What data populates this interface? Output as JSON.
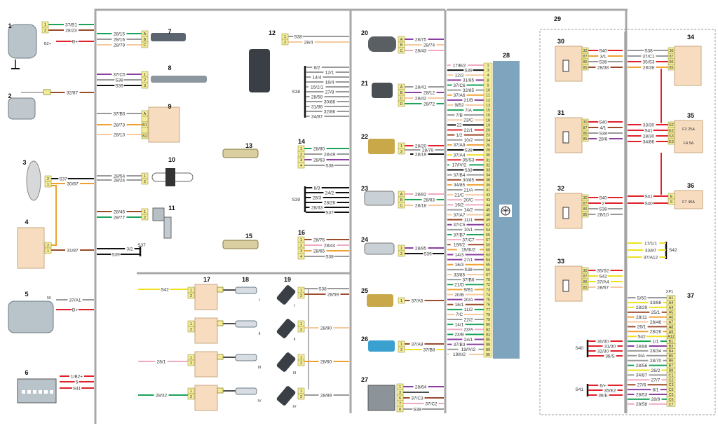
{
  "title": "Engine management wiring diagram",
  "colors": {
    "green": "#1aa35a",
    "red": "#e0202a",
    "brown": "#9b4a2a",
    "gray": "#9a9a9a",
    "black": "#111111",
    "violet": "#8b3fa0",
    "orange": "#f0a030",
    "pink": "#f0a8c0",
    "yellow": "#f0e020",
    "beige": "#f5c8a0",
    "blue": "#3a7fc0",
    "connector": "#f3ec9a",
    "component": "#f7dcc0",
    "ecu": "#7fa5be",
    "harness": "#b0b0b0"
  },
  "components": [
    {
      "id": "1",
      "label": "1",
      "pins": [
        "1",
        "2"
      ],
      "wires": [
        "37/B1",
        "28/23"
      ],
      "extra": [
        "B+",
        "B2+"
      ]
    },
    {
      "id": "2",
      "label": "2",
      "wires": [
        "32/87"
      ]
    },
    {
      "id": "3",
      "label": "3",
      "pins": [
        "2",
        "1"
      ],
      "wires": [
        "S37",
        "30/87"
      ]
    },
    {
      "id": "4",
      "label": "4",
      "pins": [
        "2",
        "1"
      ],
      "wires": [
        "31/87"
      ]
    },
    {
      "id": "5",
      "label": "5",
      "pins": [
        "50"
      ],
      "wires": [
        "37/A1",
        "B+"
      ]
    },
    {
      "id": "6",
      "label": "6",
      "wires": [
        "1/B2+",
        "5",
        "S41"
      ]
    },
    {
      "id": "7",
      "label": "7",
      "pins": [
        "A",
        "B",
        "C"
      ],
      "wires": [
        "28/15",
        "28/16",
        "28/79"
      ]
    },
    {
      "id": "8",
      "label": "8",
      "pins": [
        "1",
        "2",
        "3"
      ],
      "wires": [
        "37/C5",
        "S38",
        "S39"
      ]
    },
    {
      "id": "9",
      "label": "9",
      "pins": [
        "A",
        "B1",
        "B2"
      ],
      "wires": [
        "37/B5",
        "28/73",
        "28/13"
      ]
    },
    {
      "id": "10",
      "label": "10",
      "pins": [
        "1",
        "2"
      ],
      "wires": [
        "28/54",
        "28/24"
      ]
    },
    {
      "id": "11",
      "label": "11",
      "pins": [
        "1",
        "2"
      ],
      "wires": [
        "28/45",
        "28/77"
      ]
    },
    {
      "id": "12",
      "label": "12",
      "pins": [
        "1",
        "2"
      ],
      "wires": [
        "S38",
        "28/4"
      ]
    },
    {
      "id": "13",
      "label": "13"
    },
    {
      "id": "14",
      "label": "14",
      "pins": [
        "1",
        "2",
        "3",
        "4"
      ],
      "wires": [
        "28/80",
        "28/49",
        "28/63",
        "S38"
      ]
    },
    {
      "id": "15",
      "label": "15"
    },
    {
      "id": "16",
      "label": "16",
      "pins": [
        "1",
        "2",
        "3",
        "4"
      ],
      "wires": [
        "28/76",
        "28/44",
        "28/65",
        "S38"
      ]
    },
    {
      "id": "17",
      "label": "17"
    },
    {
      "id": "18",
      "label": "18"
    },
    {
      "id": "19",
      "label": "19"
    },
    {
      "id": "20",
      "label": "20",
      "pins": [
        "A",
        "B",
        "C"
      ],
      "wires": [
        "28/75",
        "28/74",
        "28/43"
      ]
    },
    {
      "id": "21",
      "label": "21",
      "pins": [
        "A",
        "B",
        "C",
        "D"
      ],
      "wires": [
        "28/41",
        "28/12",
        "28/42",
        "28/72"
      ]
    },
    {
      "id": "22",
      "label": "22",
      "pins": [
        "1",
        "2"
      ],
      "wires": [
        "28/20",
        "28/79",
        "28/19"
      ]
    },
    {
      "id": "23",
      "label": "23",
      "pins": [
        "A",
        "B",
        "C"
      ],
      "wires": [
        "28/82",
        "28/83",
        "28/18"
      ]
    },
    {
      "id": "24",
      "label": "24",
      "pins": [
        "1",
        "2"
      ],
      "wires": [
        "28/85",
        "S39"
      ]
    },
    {
      "id": "25",
      "label": "25",
      "pins": [
        "1"
      ],
      "wires": [
        "37/A5"
      ]
    },
    {
      "id": "26",
      "label": "26",
      "pins": [
        "1",
        "2"
      ],
      "wires": [
        "37/A8",
        "37/B8"
      ]
    },
    {
      "id": "27",
      "label": "27",
      "pins": [
        "1",
        "3",
        "6",
        "7",
        "8"
      ],
      "wires": [
        "28/64",
        "37/C3",
        "37/C2",
        "S38"
      ]
    },
    {
      "id": "28",
      "label": "28"
    },
    {
      "id": "29",
      "label": "29"
    },
    {
      "id": "30",
      "label": "30",
      "pins": [
        "30",
        "87",
        "86",
        "85"
      ],
      "wires": [
        "S40",
        "3/1",
        "S38",
        "28/38"
      ]
    },
    {
      "id": "31",
      "label": "31",
      "pins": [
        "30",
        "87",
        "86",
        "85"
      ],
      "wires": [
        "S40",
        "4/1",
        "S38",
        "28/8"
      ]
    },
    {
      "id": "32",
      "label": "32",
      "pins": [
        "30",
        "87",
        "86",
        "85"
      ],
      "wires": [
        "S40",
        "2",
        "S38",
        "28/10"
      ]
    },
    {
      "id": "33",
      "label": "33",
      "pins": [
        "30",
        "87",
        "86",
        "85"
      ],
      "wires": [
        "35/S2",
        "S42",
        "37/A4",
        "28/67"
      ]
    },
    {
      "id": "34",
      "label": "34",
      "pins": [
        "30",
        "87",
        "86",
        "85"
      ],
      "wires": [
        "S38",
        "37/C1",
        "35/S3",
        "28/38"
      ]
    },
    {
      "id": "35",
      "label": "35",
      "pins": [
        "S2",
        "E2",
        "S3",
        "E3"
      ],
      "wires": [
        "33/30",
        "S41",
        "28/30",
        "34/86"
      ],
      "fuses": [
        "F3 25A",
        "F4 5A"
      ]
    },
    {
      "id": "36",
      "label": "36",
      "pins": [
        "E",
        "S"
      ],
      "wires": [
        "S41",
        "S40"
      ],
      "fuses": [
        "F7 40A"
      ]
    },
    {
      "id": "37",
      "label": "37",
      "connector": "XP1"
    }
  ],
  "splices": {
    "s38_top": {
      "label": "S38",
      "wires": [
        "8/2",
        "12/1",
        "14/4",
        "16/4",
        "15/2/1",
        "27/8",
        "28/58",
        "30/86",
        "31/86",
        "32/86",
        "34/87"
      ]
    },
    "s39": {
      "label": "S39",
      "wires": [
        "8/3",
        "24/2",
        "28/3",
        "28/26",
        "28/33",
        "S37"
      ]
    },
    "s37": {
      "label": "S37",
      "wires": [
        "3/2",
        "S39"
      ]
    },
    "s42": {
      "label": "S42",
      "wires": [
        "17/1/1",
        "33/87",
        "37/A12"
      ]
    },
    "s40": {
      "label": "S40",
      "wires": [
        "30/30",
        "31/30",
        "32/30",
        "36/S"
      ]
    },
    "s41": {
      "label": "S41",
      "wires": [
        "6/+",
        "35/E2",
        "36/E"
      ]
    }
  },
  "ignition": {
    "in_wires": [
      "S42",
      "28/1",
      "28/32"
    ],
    "plug_labels": [
      "I",
      "II",
      "III",
      "IV"
    ],
    "injector_wires": [
      "S38",
      "28/59",
      "28/90",
      "28/60",
      "28/89"
    ]
  },
  "ecu_pins": [
    {
      "pin": "1",
      "wire": "17/B/2",
      "color": "pink"
    },
    {
      "pin": "3",
      "wire": "S39",
      "color": "black"
    },
    {
      "pin": "4",
      "wire": "12/2",
      "color": "beige"
    },
    {
      "pin": "8",
      "wire": "31/85",
      "color": "violet"
    },
    {
      "pin": "9",
      "wire": "37/C6",
      "color": "green"
    },
    {
      "pin": "10",
      "wire": "32/85",
      "color": "gray"
    },
    {
      "pin": "11",
      "wire": "37/A6",
      "color": "orange"
    },
    {
      "pin": "12",
      "wire": "21/B",
      "color": "violet"
    },
    {
      "pin": "13",
      "wire": "9/B2",
      "color": "beige"
    },
    {
      "pin": "15",
      "wire": "7/A",
      "color": "green"
    },
    {
      "pin": "16",
      "wire": "7/B",
      "color": "gray"
    },
    {
      "pin": "18",
      "wire": "23/C",
      "color": "beige"
    },
    {
      "pin": "19",
      "wire": "22",
      "color": "black"
    },
    {
      "pin": "20",
      "wire": "22/1",
      "color": "red"
    },
    {
      "pin": "23",
      "wire": "1/2",
      "color": "brown"
    },
    {
      "pin": "24",
      "wire": "10/2",
      "color": "gray"
    },
    {
      "pin": "26",
      "wire": "37/A9",
      "color": "orange"
    },
    {
      "pin": "29",
      "wire": "S38",
      "color": "black"
    },
    {
      "pin": "30",
      "wire": "37/A4",
      "color": "yellow"
    },
    {
      "pin": "31",
      "wire": "35/S3",
      "color": "red"
    },
    {
      "pin": "32",
      "wire": "17/IV/2",
      "color": "green"
    },
    {
      "pin": "33",
      "wire": "S39",
      "color": "black"
    },
    {
      "pin": "34",
      "wire": "37/B4",
      "color": "gray"
    },
    {
      "pin": "38",
      "wire": "30/85",
      "color": "brown"
    },
    {
      "pin": "39",
      "wire": "34/85",
      "color": "orange"
    },
    {
      "pin": "41",
      "wire": "21/A",
      "color": "gray"
    },
    {
      "pin": "42",
      "wire": "21/C",
      "color": "beige"
    },
    {
      "pin": "43",
      "wire": "20/C",
      "color": "pink"
    },
    {
      "pin": "44",
      "wire": "16/2",
      "color": "pink"
    },
    {
      "pin": "45",
      "wire": "14/2",
      "color": "gray"
    },
    {
      "pin": "46",
      "wire": "37/A7",
      "color": "beige"
    },
    {
      "pin": "49",
      "wire": "11/1",
      "color": "brown"
    },
    {
      "pin": "52",
      "wire": "37/C5",
      "color": "violet"
    },
    {
      "pin": "54",
      "wire": "10/1",
      "color": "gray"
    },
    {
      "pin": "55",
      "wire": "37/B7",
      "color": "green"
    },
    {
      "pin": "57",
      "wire": "37/C7",
      "color": "pink"
    },
    {
      "pin": "59",
      "wire": "19/I/2",
      "color": "brown"
    },
    {
      "pin": "60",
      "wire": "19/III/2",
      "color": "orange"
    },
    {
      "pin": "63",
      "wire": "14/3",
      "color": "violet"
    },
    {
      "pin": "64",
      "wire": "27/1",
      "color": "violet"
    },
    {
      "pin": "65",
      "wire": "16/3",
      "color": "orange"
    },
    {
      "pin": "66",
      "wire": "S38",
      "color": "gray"
    },
    {
      "pin": "67",
      "wire": "33/85",
      "color": "beige"
    },
    {
      "pin": "70",
      "wire": "37/B6",
      "color": "gray"
    },
    {
      "pin": "72",
      "wire": "21/D",
      "color": "green"
    },
    {
      "pin": "73",
      "wire": "9/B1",
      "color": "orange"
    },
    {
      "pin": "74",
      "wire": "20/B",
      "color": "beige"
    },
    {
      "pin": "75",
      "wire": "20/A",
      "color": "violet"
    },
    {
      "pin": "76",
      "wire": "16/1",
      "color": "brown"
    },
    {
      "pin": "77",
      "wire": "11/2",
      "color": "green"
    },
    {
      "pin": "79",
      "wire": "7/C",
      "color": "beige"
    },
    {
      "pin": "79b",
      "wire": "22/2",
      "color": "gray"
    },
    {
      "pin": "80",
      "wire": "14/1",
      "color": "green"
    },
    {
      "pin": "82",
      "wire": "23/A",
      "color": "pink"
    },
    {
      "pin": "83",
      "wire": "23/B",
      "color": "green"
    },
    {
      "pin": "85",
      "wire": "24/1",
      "color": "violet"
    },
    {
      "pin": "88",
      "wire": "37/B3",
      "color": "violet"
    },
    {
      "pin": "89",
      "wire": "19/IV/2",
      "color": "gray"
    },
    {
      "pin": "90",
      "wire": "19/II/2",
      "color": "beige"
    }
  ],
  "xp1": [
    {
      "pin": "A1",
      "wire": "S/50",
      "color": "gray"
    },
    {
      "pin": "A4",
      "wire": "33/86",
      "color": "yellow"
    },
    {
      "pin": "A4b",
      "wire": "28/29",
      "color": "yellow"
    },
    {
      "pin": "A5",
      "wire": "25/1",
      "color": "brown"
    },
    {
      "pin": "A6",
      "wire": "28/11",
      "color": "orange"
    },
    {
      "pin": "A7",
      "wire": "28/46",
      "color": "beige"
    },
    {
      "pin": "A8",
      "wire": "26/1",
      "color": "brown"
    },
    {
      "pin": "A9",
      "wire": "28/26",
      "color": "orange"
    },
    {
      "pin": "A12",
      "wire": "S42",
      "color": "yellow"
    },
    {
      "pin": "B1",
      "wire": "1/1",
      "color": "green"
    },
    {
      "pin": "B3",
      "wire": "28/88",
      "color": "violet"
    },
    {
      "pin": "B4",
      "wire": "28/34",
      "color": "gray"
    },
    {
      "pin": "B5",
      "wire": "9/A",
      "color": "gray"
    },
    {
      "pin": "B6",
      "wire": "28/70",
      "color": "gray"
    },
    {
      "pin": "B7",
      "wire": "28/56",
      "color": "green"
    },
    {
      "pin": "B8",
      "wire": "26/2",
      "color": "yellow"
    },
    {
      "pin": "C1",
      "wire": "34/87",
      "color": "gray"
    },
    {
      "pin": "C2",
      "wire": "27/7",
      "color": "pink"
    },
    {
      "pin": "C3",
      "wire": "27/6",
      "color": "brown"
    },
    {
      "pin": "C5",
      "wire": "8/1",
      "color": "violet"
    },
    {
      "pin": "C5b",
      "wire": "28/53",
      "color": "violet"
    },
    {
      "pin": "C6",
      "wire": "28/9",
      "color": "green"
    },
    {
      "pin": "C7",
      "wire": "28/58",
      "color": "pink"
    }
  ]
}
